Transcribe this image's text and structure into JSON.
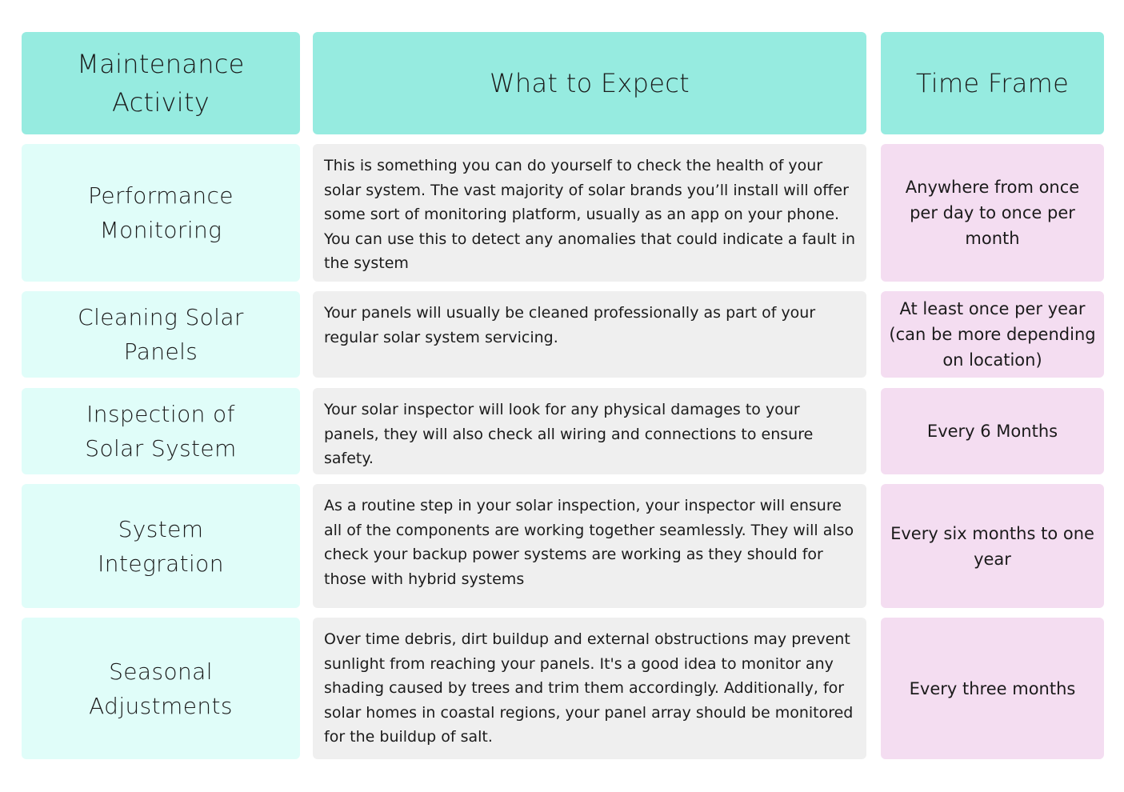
{
  "header": {
    "col1": "Maintenance Activity",
    "col2": "What to Expect",
    "col3": "Time Frame"
  },
  "rows": [
    {
      "activity": "Performance Monitoring",
      "description": "This is something you can do yourself to check the health of your solar system. The vast majority of solar brands you’ll install will offer some sort of monitoring platform, usually as an app on your phone. You can use this to detect any anomalies that could indicate a fault in the system",
      "time_frame": "Anywhere from once per day to once per month"
    },
    {
      "activity": "Cleaning Solar Panels",
      "description": "Your panels will usually be cleaned professionally as part of your regular solar system servicing.",
      "time_frame": "At least once per year (can be more depending on location)"
    },
    {
      "activity": "Inspection of Solar System",
      "description": "Your solar inspector will look for any physical damages to your panels, they will also check all wiring and connections to ensure safety.",
      "time_frame": "Every 6 Months"
    },
    {
      "activity": "System Integration",
      "description": "As a routine step in your solar inspection, your inspector will ensure all of the components are working together seamlessly. They will also check your backup power systems are working as they should for those with hybrid systems",
      "time_frame": "Every six months to one year"
    },
    {
      "activity": "Seasonal Adjustments",
      "description": "Over time debris, dirt buildup and external obstructions may prevent sunlight from reaching your panels. It's a good idea to monitor any shading caused by trees and trim them accordingly. Additionally, for solar homes in coastal regions, your panel array should be monitored for the buildup of salt.",
      "time_frame": "Every three months"
    }
  ]
}
